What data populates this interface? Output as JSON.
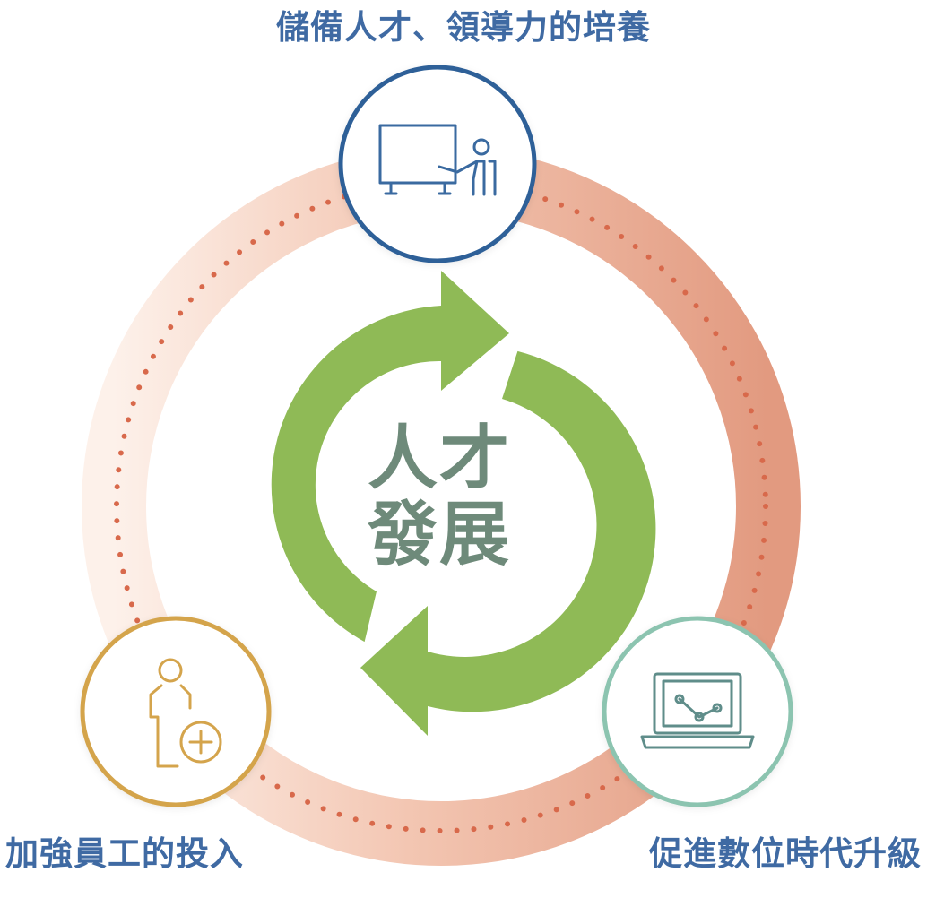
{
  "nodes": {
    "top": {
      "label": "儲備人才、領導力的培養",
      "icon": "presentation-teacher-icon",
      "color": "#2f6098"
    },
    "left": {
      "label": "加強員工的投入",
      "icon": "person-add-icon",
      "color": "#d4a44c"
    },
    "right": {
      "label": "促進數位時代升級",
      "icon": "laptop-chart-icon",
      "color": "#8cc4b0"
    }
  },
  "center": {
    "line1": "人才",
    "line2": "發展"
  },
  "colors": {
    "ring_start": "#fdf1ea",
    "ring_end": "#e29a80",
    "dots": "#d8694b",
    "cycle_arrows": "#8fba56",
    "label_text": "#3f6aa3",
    "center_text": "#6e8a7a"
  }
}
